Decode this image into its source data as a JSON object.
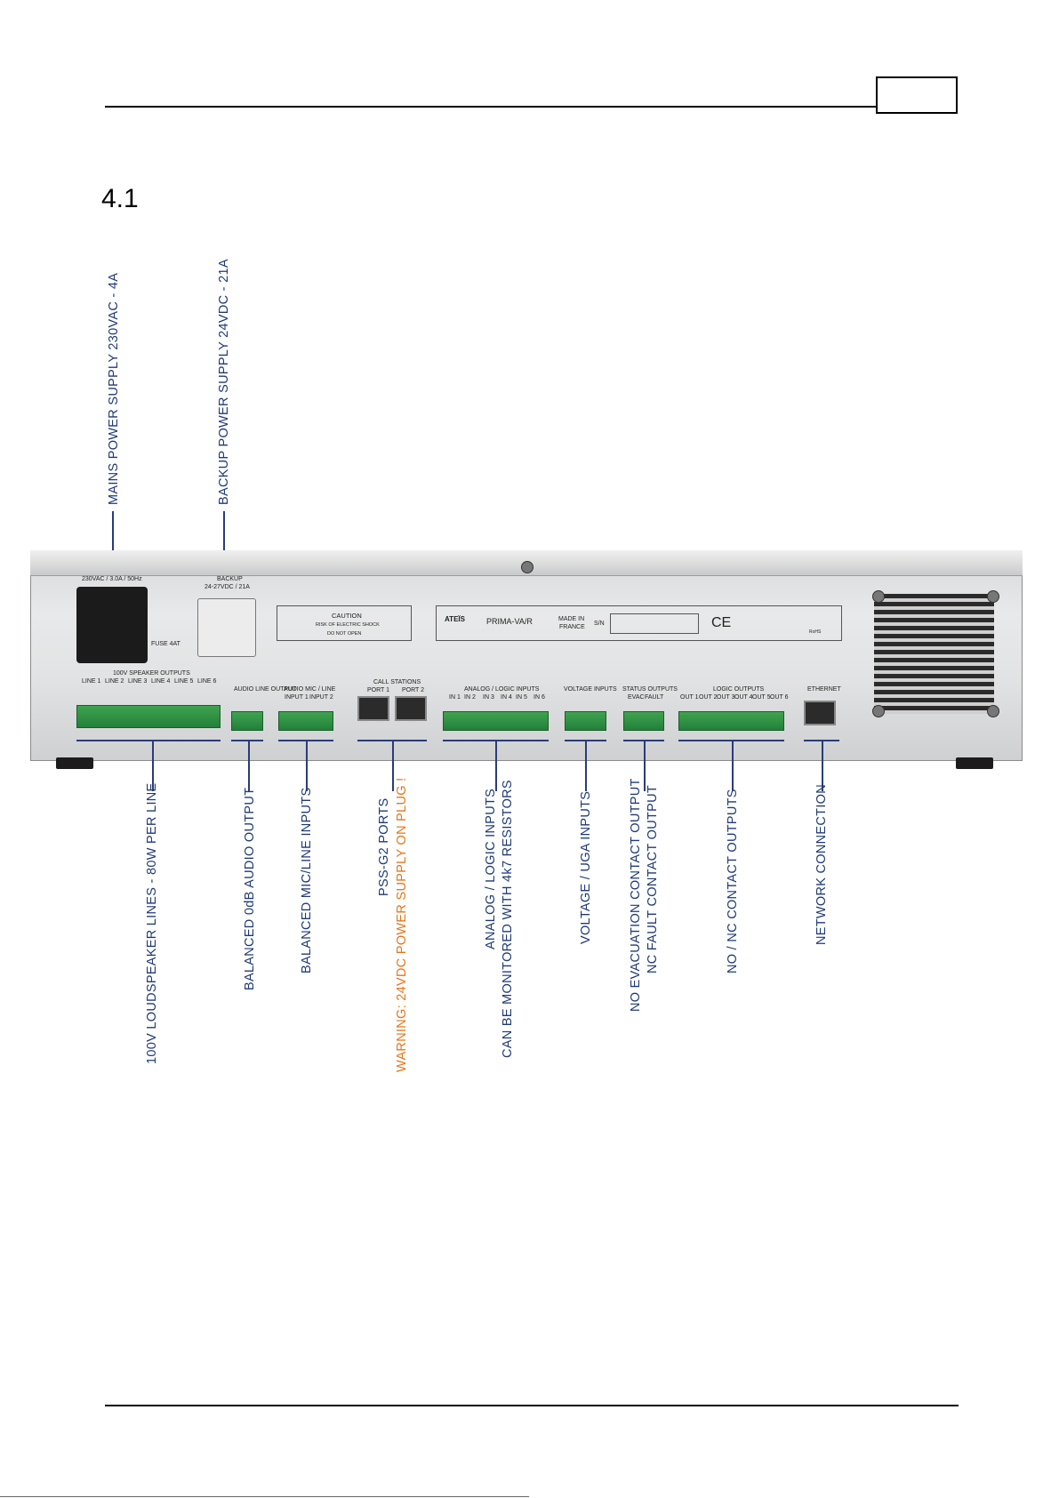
{
  "header": {
    "section_number": "4.1"
  },
  "callouts_top": {
    "mains": "MAINS POWER SUPPLY 230VAC - 4A",
    "backup": "BACKUP POWER SUPPLY 24VDC - 21A"
  },
  "callouts_bottom": {
    "loudspeaker": "100V LOUDSPEAKER LINES - 80W PER LINE",
    "audio_out": "BALANCED 0dB AUDIO OUTPUT",
    "mic_line": "BALANCED MIC/LINE INPUTS",
    "pss_ports": "PSS-G2 PORTS",
    "pss_warning": "WARNING: 24VDC POWER SUPPLY ON PLUG !",
    "analog_logic": "ANALOG / LOGIC INPUTS",
    "analog_logic_2": "CAN BE MONITORED WITH 4k7 RESISTORS",
    "voltage": "VOLTAGE / UGA INPUTS",
    "status_1": "NO EVACUATION CONTACT OUTPUT",
    "status_2": "NC FAULT CONTACT OUTPUT",
    "logic_out": "NO / NC CONTACT OUTPUTS",
    "network": "NETWORK CONNECTION"
  },
  "device": {
    "mains_label": "230VAC / 3.0A / 50Hz",
    "fuse": "FUSE 4AT",
    "backup_title": "BACKUP",
    "backup_spec": "24-27VDC / 21A",
    "caution_title": "CAUTION",
    "caution_1": "RISK OF ELECTRIC SHOCK",
    "caution_2": "DO NOT OPEN",
    "brand": "ATEÏS",
    "model": "PRIMA-VA/R",
    "made_in": "MADE IN",
    "france": "FRANCE",
    "sn": "S/N",
    "ce": "CE",
    "rohs": "RoHS",
    "speaker_outputs": "100V SPEAKER OUTPUTS",
    "lines": [
      "LINE 1",
      "LINE 2",
      "LINE 3",
      "LINE 4",
      "LINE 5",
      "LINE 6"
    ],
    "audio_line_output": "AUDIO LINE OUTPUT",
    "audio_mic_line": "AUDIO MIC / LINE",
    "input1": "INPUT 1",
    "input2": "INPUT 2",
    "call_stations": "CALL STATIONS",
    "port1": "PORT 1",
    "port2": "PORT 2",
    "analog_logic_inputs": "ANALOG / LOGIC INPUTS",
    "ins": [
      "IN 1",
      "IN 2",
      "IN 3",
      "IN 4",
      "IN 5",
      "IN 6"
    ],
    "voltage_inputs": "VOLTAGE INPUTS",
    "status_outputs": "STATUS OUTPUTS",
    "evac": "EVAC",
    "fault": "FAULT",
    "logic_outputs": "LOGIC OUTPUTS",
    "outs": [
      "OUT 1",
      "OUT 2",
      "OUT 3",
      "OUT 4",
      "OUT 5",
      "OUT 6"
    ],
    "ethernet": "ETHERNET"
  }
}
